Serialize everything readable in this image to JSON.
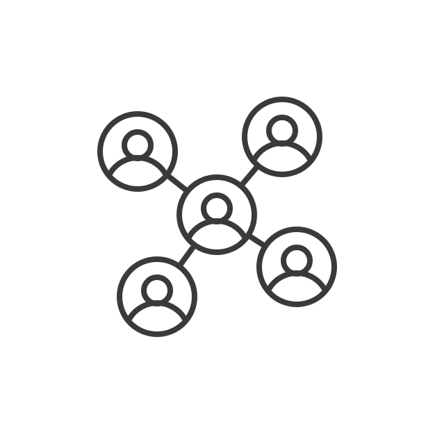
{
  "icon": {
    "name": "people-network-icon",
    "stroke_color": "#3a3a3a",
    "background_color": "#ffffff",
    "nodes": [
      {
        "name": "center-user"
      },
      {
        "name": "top-left-user"
      },
      {
        "name": "top-right-user"
      },
      {
        "name": "bottom-left-user"
      },
      {
        "name": "bottom-right-user"
      }
    ]
  }
}
